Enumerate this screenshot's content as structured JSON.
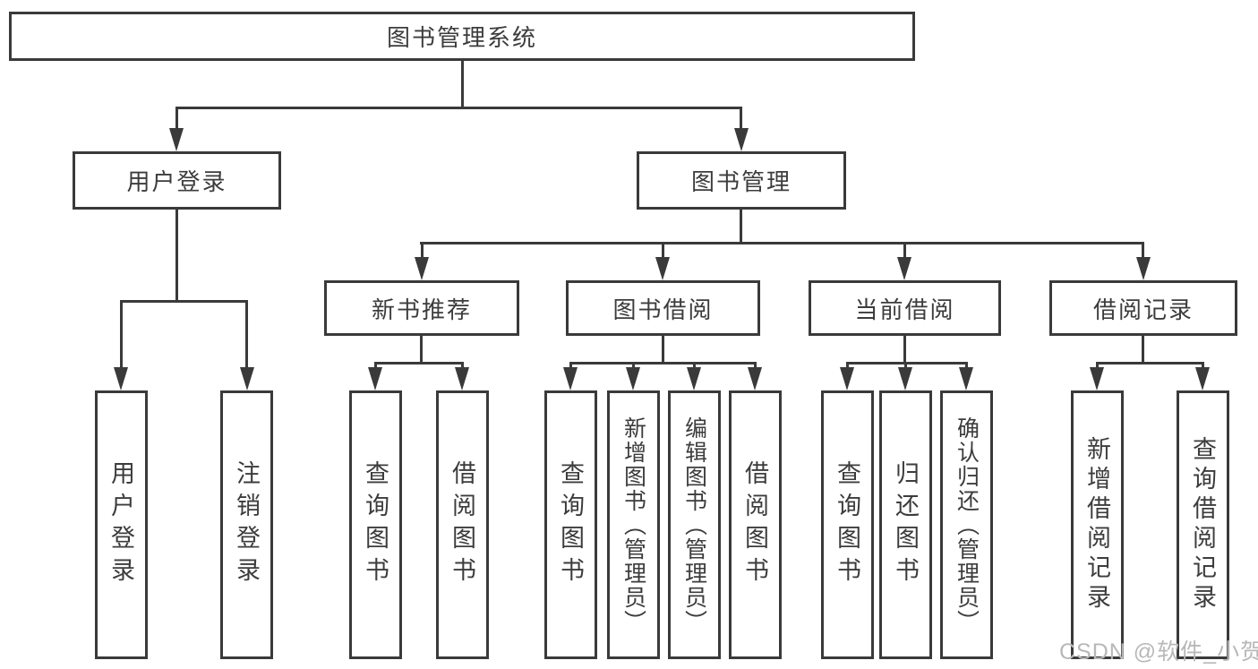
{
  "tree": {
    "root": {
      "label": "图书管理系统",
      "children": [
        {
          "label": "用户登录",
          "children": [
            {
              "label": "用户登录"
            },
            {
              "label": "注销登录"
            }
          ]
        },
        {
          "label": "图书管理",
          "children": [
            {
              "label": "新书推荐",
              "children": [
                {
                  "label": "查询图书"
                },
                {
                  "label": "借阅图书"
                }
              ]
            },
            {
              "label": "图书借阅",
              "children": [
                {
                  "label": "查询图书"
                },
                {
                  "label": "新增图书（管理员）"
                },
                {
                  "label": "编辑图书（管理员）"
                },
                {
                  "label": "借阅图书"
                }
              ]
            },
            {
              "label": "当前借阅",
              "children": [
                {
                  "label": "查询图书"
                },
                {
                  "label": "归还图书"
                },
                {
                  "label": "确认归还（管理员）"
                }
              ]
            },
            {
              "label": "借阅记录",
              "children": [
                {
                  "label": "新增借阅记录"
                },
                {
                  "label": "查询借阅记录"
                }
              ]
            }
          ]
        }
      ]
    }
  },
  "watermark": {
    "text": "CSDN @软件_小贺同学"
  },
  "colors": {
    "line": "#3a3a3a",
    "text": "#3c3c3c",
    "box_bg": "#ffffff",
    "watermark": "#b8b8b8"
  }
}
